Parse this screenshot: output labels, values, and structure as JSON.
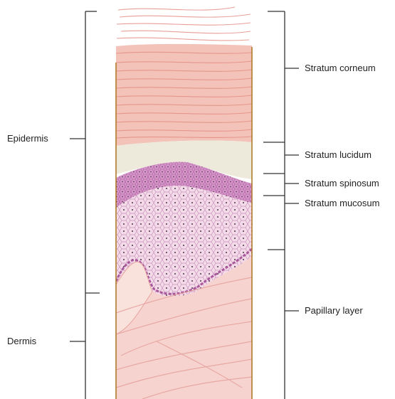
{
  "diagram": {
    "left_labels": {
      "epidermis": "Epidermis",
      "dermis": "Dermis"
    },
    "right_labels": {
      "stratum_corneum": "Stratum corneum",
      "stratum_lucidum": "Stratum lucidum",
      "stratum_spinosum": "Stratum spinosum",
      "stratum_mucosum": "Stratum mucosum",
      "papillary_layer": "Papillary layer"
    },
    "colors": {
      "bracket": "#333333",
      "border": "#b07a2a",
      "corneum": "#f3c2b8",
      "corneum_line": "#e48f86",
      "lucidum": "#eeeadb",
      "spinosum": "#c77ab5",
      "mucosum_bg": "#f4dbe8",
      "cell_line": "#c78fbd",
      "nucleus": "#6a4b6a",
      "dermis": "#f6d3ce",
      "fiber": "#e6a4a0"
    }
  }
}
